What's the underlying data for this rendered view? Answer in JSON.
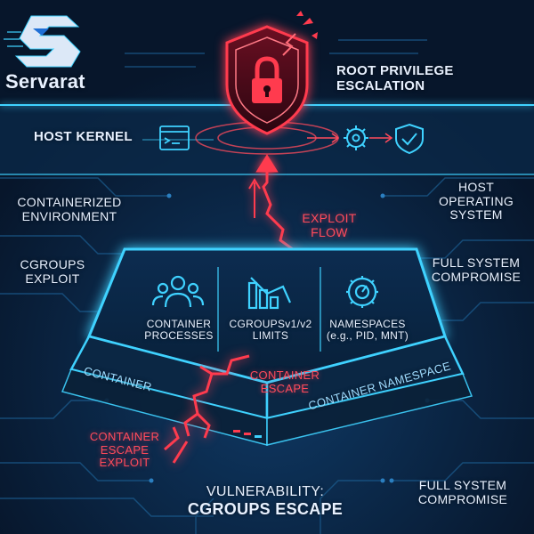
{
  "brand": {
    "name": "Servarat"
  },
  "labels": {
    "root_l1": "ROOT PRIVILEGE",
    "root_l2": "ESCALATION",
    "host_kernel": "HOST KERNEL",
    "container_env_l1": "CONTAINERIZED",
    "container_env_l2": "ENVIRONMENT",
    "host_os_l1": "HOST",
    "host_os_l2": "OPERATING",
    "host_os_l3": "SYSTEM",
    "exploit_flow_l1": "EXPLOIT",
    "exploit_flow_l2": "FLOW",
    "cgroups_exploit_l1": "CGROUPS",
    "cgroups_exploit_l2": "EXPLOIT",
    "full_sys_right_l1": "FULL SYSTEM",
    "full_sys_right_l2": "COMPROMISE",
    "proc_l1": "CONTAINER",
    "proc_l2": "PROCESSES",
    "cg_l1": "CGROUPSv1/v2",
    "cg_l2": "LIMITS",
    "ns_l1": "NAMESPACES",
    "ns_l2": "(e.g., PID, MNT)",
    "container_edge": "CONTAINER",
    "container_ns_edge": "CONTAINER NAMESPACE",
    "container_escape_l1": "CONTAINER",
    "container_escape_l2": "ESCAPE",
    "escape_exploit_l1": "CONTAINER",
    "escape_exploit_l2": "ESCAPE",
    "escape_exploit_l3": "EXPLOIT",
    "vuln_l1": "VULNERABILITY:",
    "vuln_l2": "CGROUPS ESCAPE",
    "full_sys_bottom_l1": "FULL SYSTEM",
    "full_sys_bottom_l2": "COMPROMISE"
  },
  "icons": {
    "shield": "broken-lock-shield-icon",
    "terminal": "terminal-window-icon",
    "gear": "gear-icon",
    "check": "check-shield-icon",
    "people": "people-icon",
    "bars": "bar-chart-icon",
    "namespace": "namespace-gear-icon"
  },
  "colors": {
    "background": "#07162b",
    "cyan": "#3fd2ff",
    "red": "#ff3b4e",
    "text": "#e8f1ff"
  }
}
